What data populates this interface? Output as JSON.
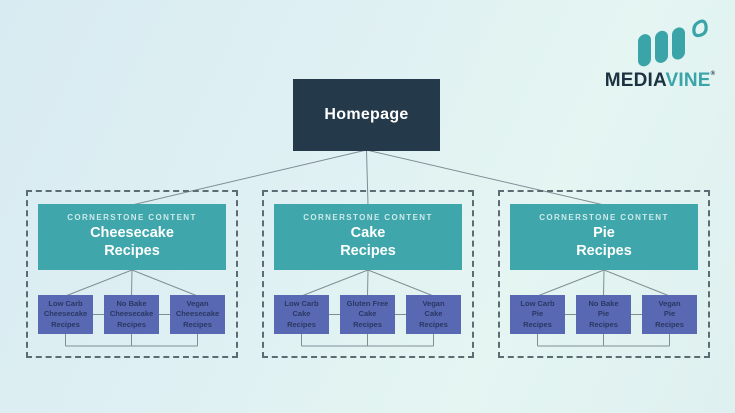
{
  "brand": {
    "name_prefix": "MEDIA",
    "name_suffix": "VINE",
    "registered": "®",
    "mark_icon": "mediavine-leaf-mark"
  },
  "homepage": {
    "label": "Homepage"
  },
  "groups": [
    {
      "eyebrow": "CORNERSTONE CONTENT",
      "title": "Cheesecake\nRecipes",
      "children": [
        {
          "label": "Low Carb\nCheesecake\nRecipes"
        },
        {
          "label": "No Bake\nCheesecake\nRecipes"
        },
        {
          "label": "Vegan\nCheesecake\nRecipes"
        }
      ]
    },
    {
      "eyebrow": "CORNERSTONE CONTENT",
      "title": "Cake\nRecipes",
      "children": [
        {
          "label": "Low Carb\nCake\nRecipes"
        },
        {
          "label": "Gluten Free\nCake\nRecipes"
        },
        {
          "label": "Vegan\nCake\nRecipes"
        }
      ]
    },
    {
      "eyebrow": "CORNERSTONE CONTENT",
      "title": "Pie\nRecipes",
      "children": [
        {
          "label": "Low Carb\nPie\nRecipes"
        },
        {
          "label": "No Bake\nPie\nRecipes"
        },
        {
          "label": "Vegan\nPie\nRecipes"
        }
      ]
    }
  ],
  "colors": {
    "background_start": "#d8ebf2",
    "background_end": "#e4f5f2",
    "homepage_box": "#24394a",
    "cornerstone_box": "#3fa7ab",
    "child_box": "#5868b2",
    "child_text": "#2a3863",
    "eyebrow_text": "rgba(255,255,255,0.75)",
    "connector_line": "#7f8e95",
    "dashed_border": "#5d6b72",
    "brand_navy": "#1d3240",
    "brand_teal": "#3aa4a9"
  }
}
